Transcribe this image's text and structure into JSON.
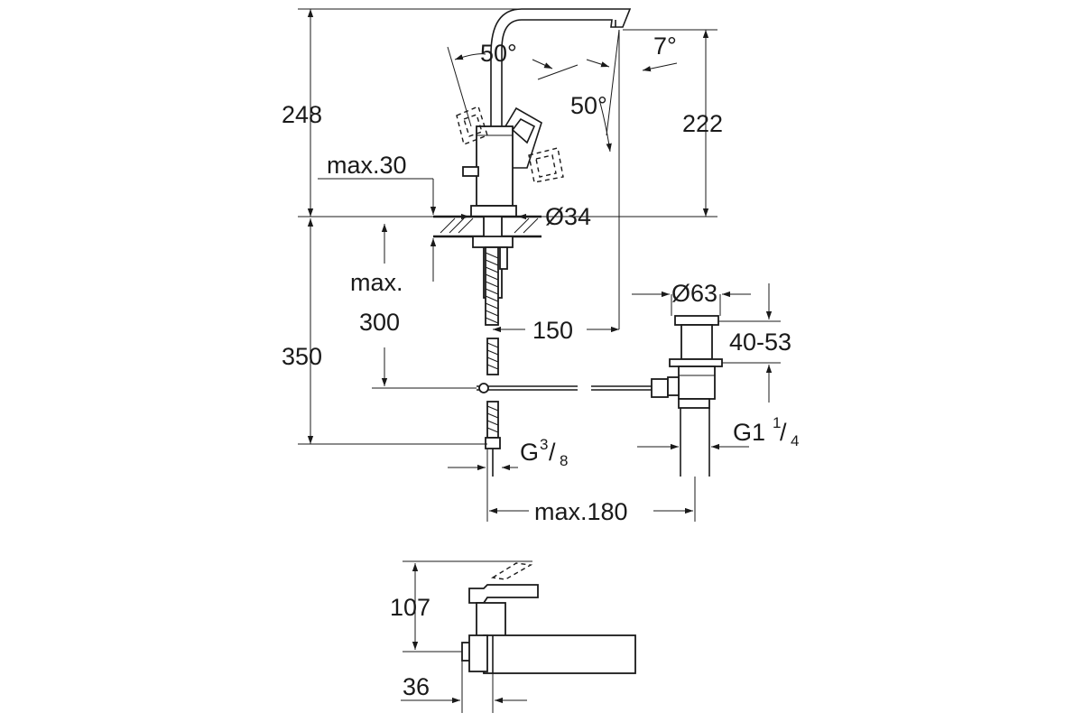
{
  "drawing": {
    "accent_color": "#1a1a1a",
    "background_color": "#ffffff"
  },
  "labels": {
    "angle_lever_left": "50°",
    "angle_lever_right": "50°",
    "angle_spout": "7°",
    "height_total": "248",
    "height_spout": "222",
    "deck_max_label": "max.30",
    "base_diameter": "Ø34",
    "max_word": "max.",
    "hose_300": "300",
    "reach_150": "150",
    "height_350": "350",
    "waste_diameter": "Ø63",
    "waste_range": "40-53",
    "waste_thread_main": "G1",
    "waste_thread_num": "1",
    "waste_thread_den": "4",
    "hose_thread_main": "G",
    "hose_thread_num": "3",
    "hose_thread_den": "8",
    "max_180": "max.180",
    "top_view_107": "107",
    "top_view_36": "36"
  }
}
